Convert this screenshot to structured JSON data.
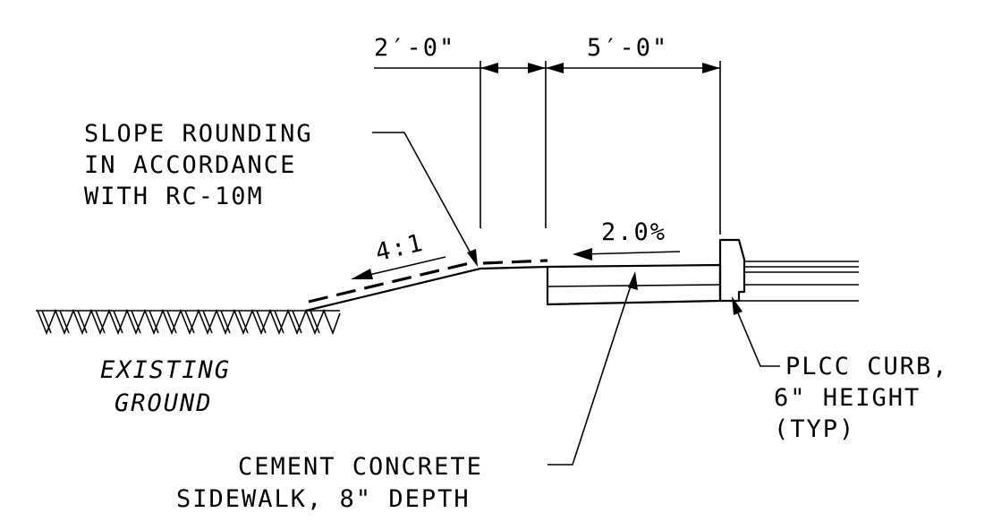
{
  "dimensions": {
    "left": "2′-0\"",
    "right": "5′-0\""
  },
  "slopes": {
    "side_slope": "4:1",
    "cross_slope": "2.0%"
  },
  "callouts": {
    "slope_rounding": [
      "SLOPE ROUNDING",
      "IN ACCORDANCE",
      "WITH RC-10M"
    ],
    "existing_ground": [
      "EXISTING",
      "GROUND"
    ],
    "sidewalk": [
      "CEMENT CONCRETE",
      "SIDEWALK, 8\" DEPTH"
    ],
    "curb": [
      "PLCC CURB,",
      "6\" HEIGHT",
      "(TYP)"
    ]
  }
}
